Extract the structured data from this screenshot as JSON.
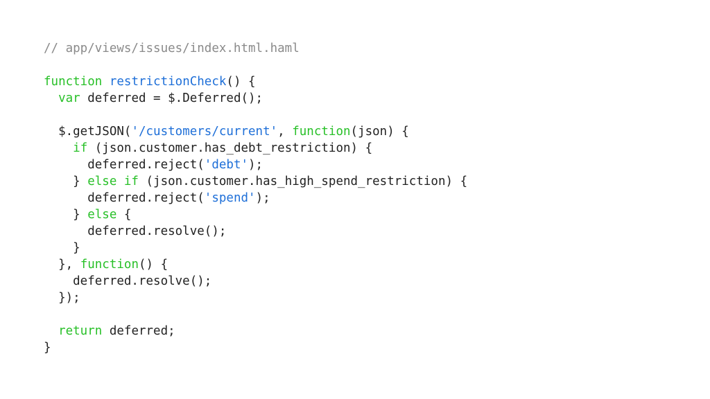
{
  "colors": {
    "background": "#ffffff",
    "plain": "#222222",
    "comment": "#8a8a8a",
    "keyword": "#28c028",
    "function_name": "#1e6fd8",
    "string": "#1e6fd8"
  },
  "code": {
    "lines": [
      [
        {
          "t": "comment",
          "v": "// app/views/issues/index.html.haml"
        }
      ],
      [],
      [
        {
          "t": "keyword",
          "v": "function"
        },
        {
          "t": "plain",
          "v": " "
        },
        {
          "t": "function-name",
          "v": "restrictionCheck"
        },
        {
          "t": "plain",
          "v": "() {"
        }
      ],
      [
        {
          "t": "plain",
          "v": "  "
        },
        {
          "t": "keyword",
          "v": "var"
        },
        {
          "t": "plain",
          "v": " deferred = $.Deferred();"
        }
      ],
      [],
      [
        {
          "t": "plain",
          "v": "  $.getJSON("
        },
        {
          "t": "string",
          "v": "'/customers/current'"
        },
        {
          "t": "plain",
          "v": ", "
        },
        {
          "t": "keyword",
          "v": "function"
        },
        {
          "t": "plain",
          "v": "(json) {"
        }
      ],
      [
        {
          "t": "plain",
          "v": "    "
        },
        {
          "t": "keyword",
          "v": "if"
        },
        {
          "t": "plain",
          "v": " (json.customer.has_debt_restriction) {"
        }
      ],
      [
        {
          "t": "plain",
          "v": "      deferred.reject("
        },
        {
          "t": "string",
          "v": "'debt'"
        },
        {
          "t": "plain",
          "v": ");"
        }
      ],
      [
        {
          "t": "plain",
          "v": "    } "
        },
        {
          "t": "keyword",
          "v": "else if"
        },
        {
          "t": "plain",
          "v": " (json.customer.has_high_spend_restriction) {"
        }
      ],
      [
        {
          "t": "plain",
          "v": "      deferred.reject("
        },
        {
          "t": "string",
          "v": "'spend'"
        },
        {
          "t": "plain",
          "v": ");"
        }
      ],
      [
        {
          "t": "plain",
          "v": "    } "
        },
        {
          "t": "keyword",
          "v": "else"
        },
        {
          "t": "plain",
          "v": " {"
        }
      ],
      [
        {
          "t": "plain",
          "v": "      deferred.resolve();"
        }
      ],
      [
        {
          "t": "plain",
          "v": "    }"
        }
      ],
      [
        {
          "t": "plain",
          "v": "  }, "
        },
        {
          "t": "keyword",
          "v": "function"
        },
        {
          "t": "plain",
          "v": "() {"
        }
      ],
      [
        {
          "t": "plain",
          "v": "    deferred.resolve();"
        }
      ],
      [
        {
          "t": "plain",
          "v": "  });"
        }
      ],
      [],
      [
        {
          "t": "plain",
          "v": "  "
        },
        {
          "t": "keyword",
          "v": "return"
        },
        {
          "t": "plain",
          "v": " deferred;"
        }
      ],
      [
        {
          "t": "plain",
          "v": "}"
        }
      ]
    ]
  }
}
